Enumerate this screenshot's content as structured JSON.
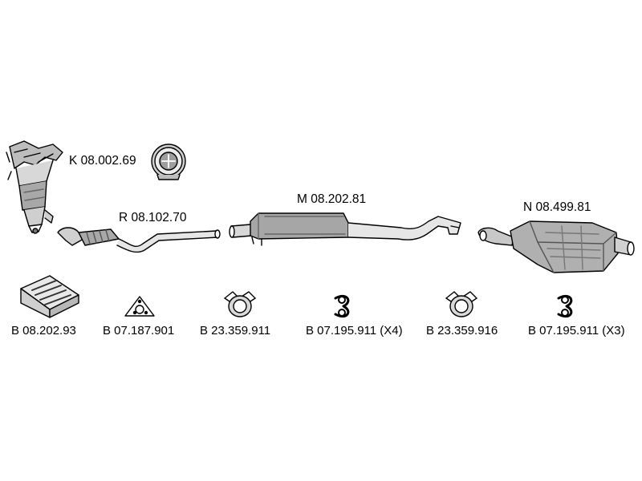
{
  "parts": {
    "catalytic_converter": {
      "code": "K 08.002.69"
    },
    "front_pipe": {
      "code": "R 08.102.70"
    },
    "middle_silencer": {
      "code": "M 08.202.81"
    },
    "rear_silencer": {
      "code": "N 08.499.81"
    }
  },
  "fittings": {
    "mounting_kit": {
      "code": "B 08.202.93"
    },
    "gasket": {
      "code": "B 07.187.901"
    },
    "clamp_1": {
      "code": "B 23.359.911"
    },
    "rubber_hanger_1": {
      "code": "B 07.195.911 (X4)"
    },
    "clamp_2": {
      "code": "B 23.359.916"
    },
    "rubber_hanger_2": {
      "code": "B 07.195.911 (X3)"
    }
  },
  "icons": [
    "certification-seal-icon",
    "mounting-kit-box-icon",
    "gasket-icon",
    "pipe-clamp-icon",
    "rubber-hanger-icon"
  ]
}
